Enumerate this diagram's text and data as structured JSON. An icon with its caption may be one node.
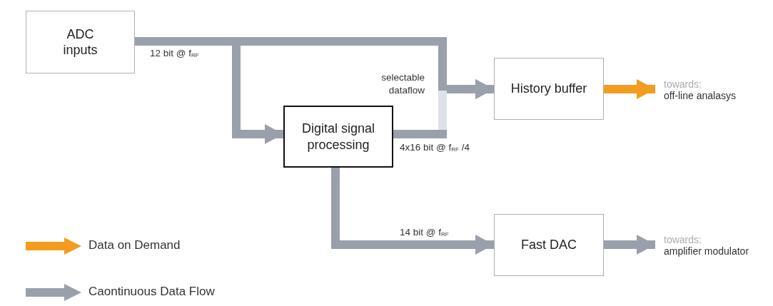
{
  "diagram": {
    "nodes": [
      {
        "text": [
          "ADC inputs"
        ]
      },
      {
        "text": [
          "Digital signal processing"
        ]
      },
      {
        "text": [
          "History buffer"
        ]
      },
      {
        "text": [
          "Fast DAC"
        ]
      },
      {
        "text": [
          "towards:",
          "off-line analasys"
        ]
      },
      {
        "text": [
          "towards:",
          "amplifier modulator"
        ]
      }
    ],
    "edges": [
      {
        "from": 0,
        "to": 2,
        "arrow": "to",
        "label": "12 bit @ f$_{RF}$"
      },
      {
        "from": 0,
        "to": 1,
        "arrow": "to"
      },
      {
        "from": 1,
        "to": 2,
        "arrow": "to",
        "label": "4x16 bit @ f$_{RF}$ /4"
      },
      {
        "from": 1,
        "to": 3,
        "arrow": "to",
        "label": "14 bit @ f$_{RF}$"
      },
      {
        "from": 2,
        "to": 4,
        "arrow": "to",
        "color": "#f39c1f"
      },
      {
        "from": 3,
        "to": 5,
        "arrow": "to"
      }
    ],
    "labels": [
      "selectable dataflow"
    ],
    "legend": [
      {
        "text": "Data on Demand",
        "color": "#f39c1f"
      },
      {
        "text": "Caontinuous Data Flow",
        "color": "#9aa0ab"
      }
    ]
  }
}
